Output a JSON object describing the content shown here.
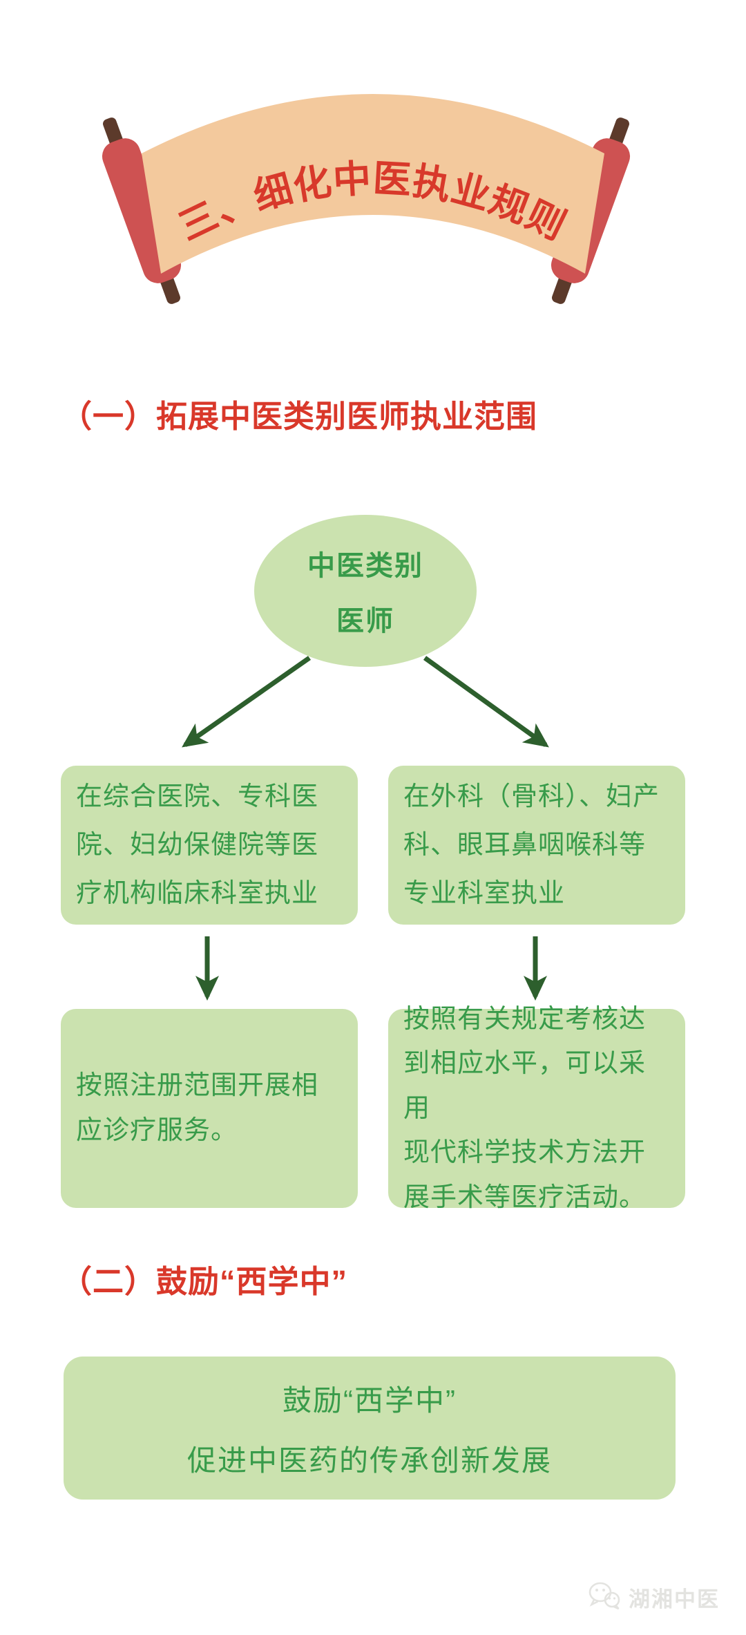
{
  "colors": {
    "scroll_paper": "#F3C99D",
    "scroll_roller": "#CE5252",
    "scroll_knob": "#5C3A2B",
    "banner_text_red": "#D8392B",
    "heading_red": "#D9382A",
    "box_green": "#CBE2AF",
    "text_green": "#389B4A",
    "arrow_green": "#2D5F2D",
    "watermark_gray": "#E3E3E0"
  },
  "banner": {
    "title": "三、细化中医执业规则"
  },
  "section1": {
    "heading": "（一）拓展中医类别医师执业范围",
    "root_line1": "中医类别",
    "root_line2": "医师",
    "left_condition": "在综合医院、专科医\n院、妇幼保健院等医\n疗机构临床科室执业",
    "right_condition": "在外科（骨科）、妇产\n科、眼耳鼻咽喉科等\n专业科室执业",
    "left_result": "按照注册范围开展相\n应诊疗服务。",
    "right_result": "按照有关规定考核达\n到相应水平，可以采用\n现代科学技术方法开\n展手术等医疗活动。"
  },
  "section2": {
    "heading": "（二）鼓励“西学中”",
    "box_line1": "鼓励“西学中”",
    "box_line2": "促进中医药的传承创新发展"
  },
  "footer": {
    "brand": "湖湘中医",
    "icon": "wechat-logo-icon"
  }
}
